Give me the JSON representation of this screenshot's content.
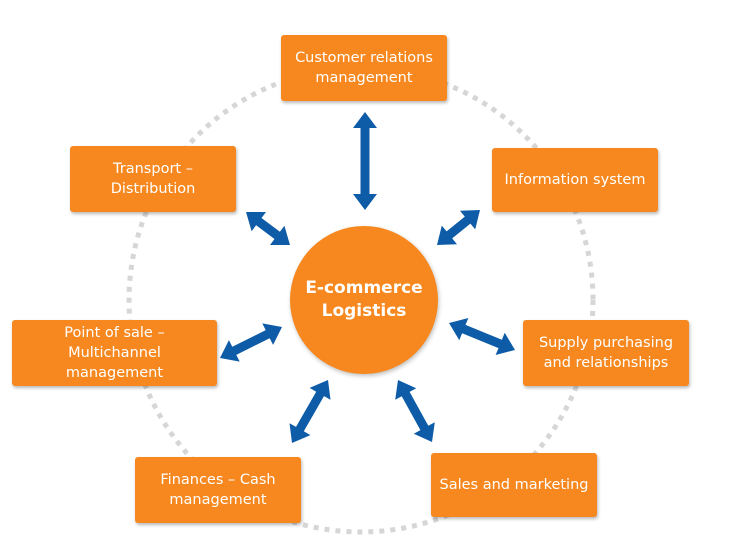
{
  "center": {
    "label": "E-commerce\nLogistics"
  },
  "nodes": {
    "crm": {
      "label": "Customer relations\nmanagement"
    },
    "info": {
      "label": "Information system"
    },
    "supply": {
      "label": "Supply purchasing\nand relationships"
    },
    "sales": {
      "label": "Sales and marketing"
    },
    "finances": {
      "label": "Finances – Cash\nmanagement"
    },
    "pos": {
      "label": "Point of sale –\nMultichannel management"
    },
    "transport": {
      "label": "Transport –\nDistribution"
    }
  },
  "colors": {
    "node_fill": "#f7881f",
    "arrow_fill": "#0e5ca8",
    "ring_dots": "#d6d6d6"
  }
}
